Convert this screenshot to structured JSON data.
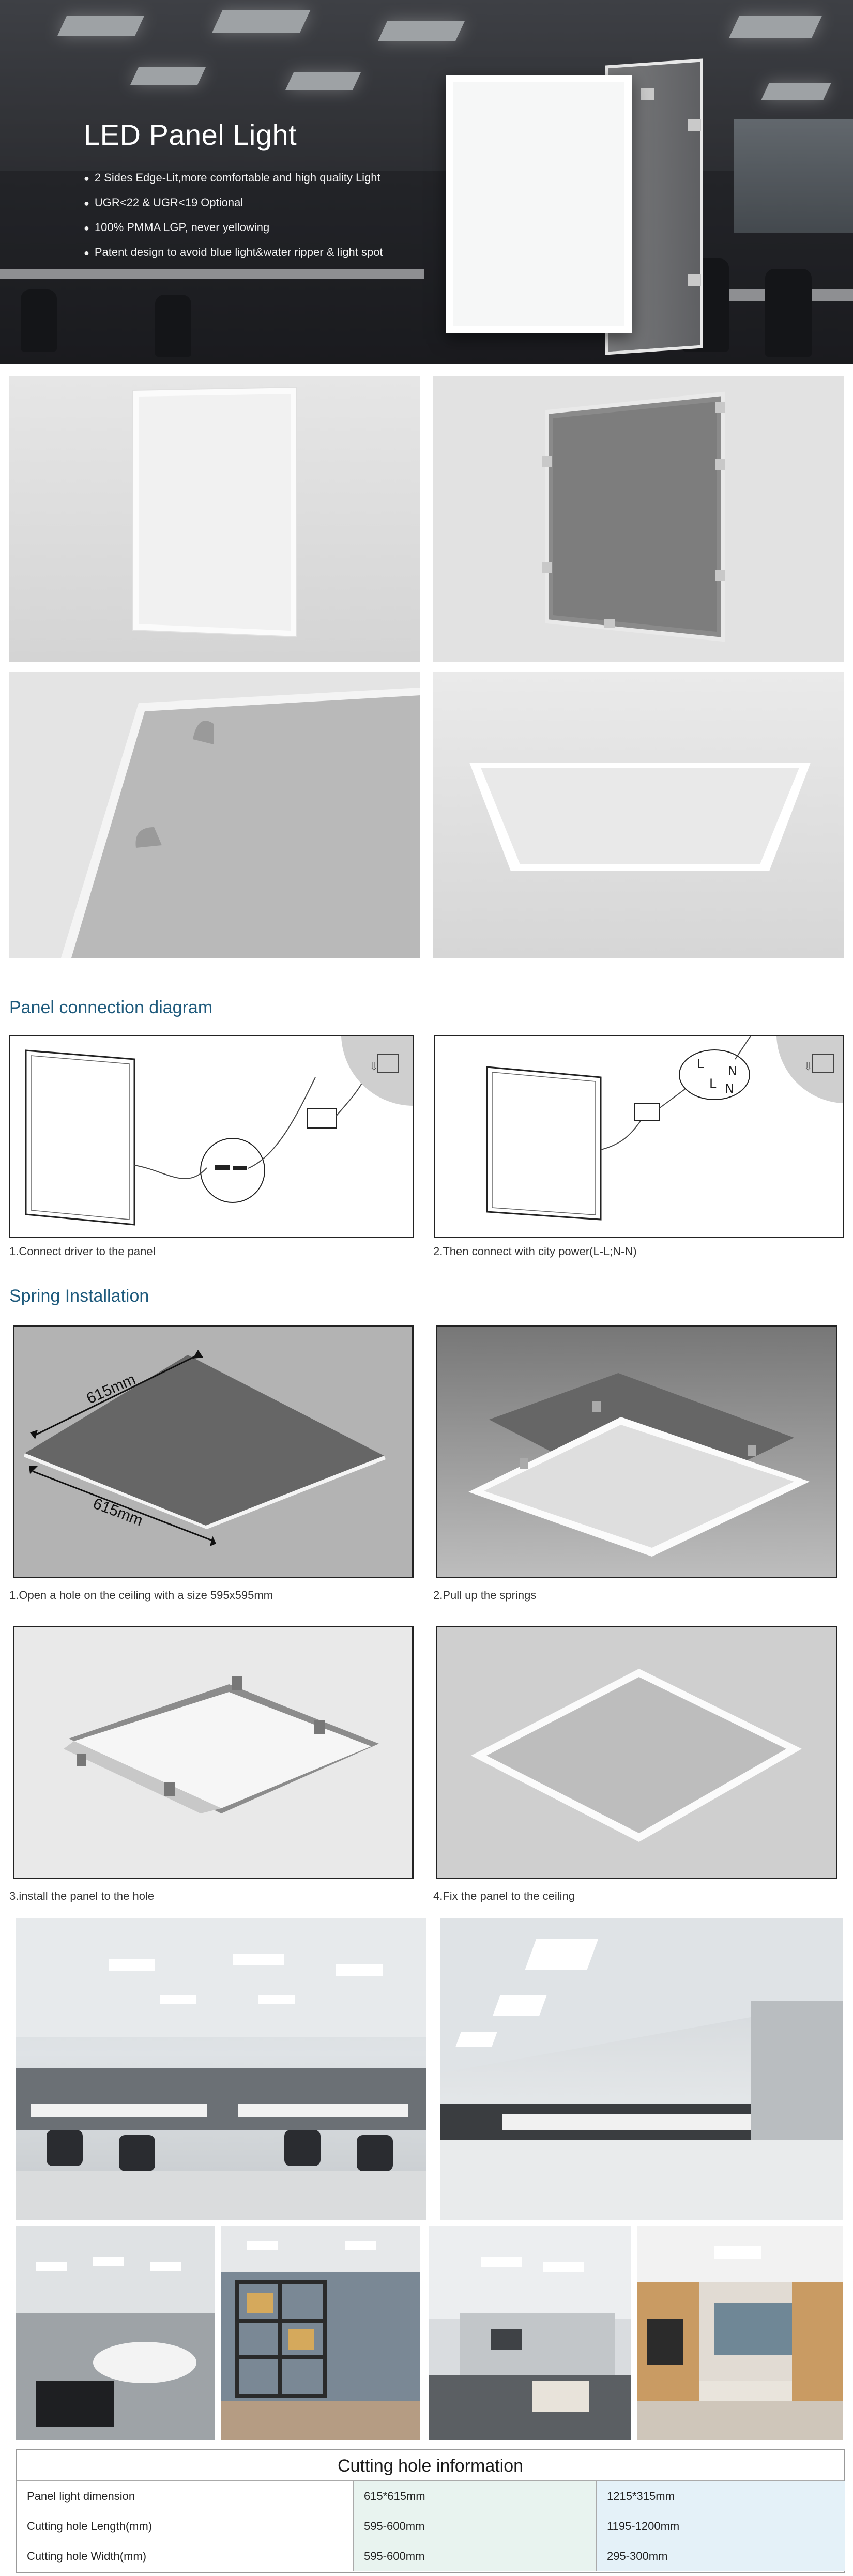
{
  "hero": {
    "title": "LED Panel Light",
    "bullets": [
      "2 Sides Edge-Lit,more comfortable and high quality Light",
      "UGR<22 & UGR<19 Optional",
      "100% PMMA LGP, never yellowing",
      "Patent design to avoid blue light&water ripper & light spot"
    ]
  },
  "connection": {
    "title": "Panel connection diagram",
    "steps": [
      {
        "caption": "1.Connect driver to the panel"
      },
      {
        "caption": "2.Then connect with city power(L-L;N-N)"
      }
    ],
    "labels": {
      "l": "L",
      "n": "N"
    }
  },
  "spring": {
    "title": "Spring Installation",
    "dimension_top": "615mm",
    "dimension_bottom": "615mm",
    "steps": [
      {
        "caption": "1.Open a hole on the ceiling with a size 595x595mm"
      },
      {
        "caption": "2.Pull up the springs"
      },
      {
        "caption": "3.install the panel to the hole"
      },
      {
        "caption": "4.Fix the panel to the ceiling"
      }
    ]
  },
  "cutting_table": {
    "title": "Cutting hole information",
    "rows": [
      {
        "label": "Panel light dimension",
        "a": "615*615mm",
        "b": "1215*315mm"
      },
      {
        "label": "Cutting hole Length(mm)",
        "a": "595-600mm",
        "b": "1195-1200mm"
      },
      {
        "label": "Cutting hole Width(mm)",
        "a": "595-600mm",
        "b": "295-300mm"
      }
    ]
  },
  "colors": {
    "section_title": "#1e5a7c",
    "table_col_a": "#e8f3ef",
    "table_col_b": "#e4f1f8"
  }
}
